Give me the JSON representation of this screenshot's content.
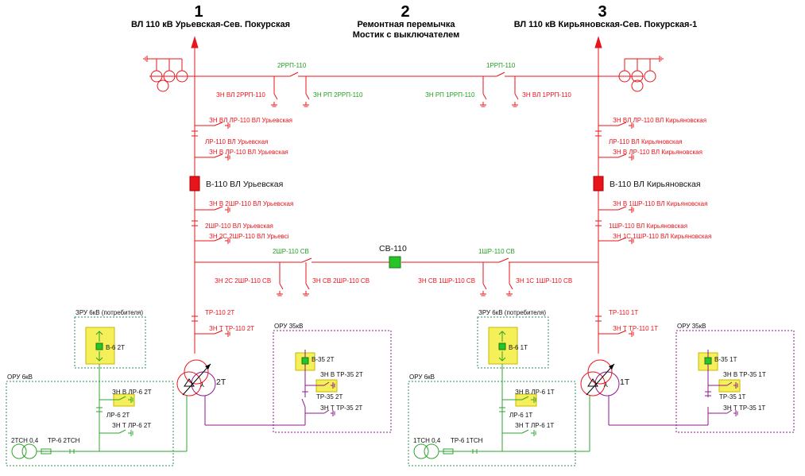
{
  "headers": {
    "h1": {
      "num": "1",
      "title": "ВЛ 110 кВ Урьевская-Сев. Покурская"
    },
    "h2": {
      "num": "2",
      "title1": "Ремонтная перемычка",
      "title2": "Мостик с выключателем"
    },
    "h3": {
      "num": "3",
      "title": "ВЛ 110 кВ Кирьяновская-Сев. Покурская-1"
    }
  },
  "labels": {
    "rp2": "2РРП-110",
    "rp1": "1РРП-110",
    "zn_vl_2rp": "ЗН ВЛ 2РРП-110",
    "zn_rp_2rp": "ЗН РП 2РРП-110",
    "zn_rp_1rp": "ЗН РП 1РРП-110",
    "zn_vl_1rp": "ЗН ВЛ 1РРП-110",
    "l_zn_vl_lr": "ЗН ВЛ ЛР-110 ВЛ Урьевская",
    "l_lr": "ЛР-110 ВЛ Урьевская",
    "l_zn_v_lr": "ЗН В ЛР-110 ВЛ Урьевская",
    "l_breaker": "В-110 ВЛ Урьевская",
    "l_zn_v_2shr": "ЗН В 2ШР-110 ВЛ Урьевская",
    "l_2shr": "2ШР-110 ВЛ Урьевская",
    "l_zn_2s": "ЗН 2С 2ШР-110 ВЛ Урьевсі",
    "r_zn_vl_lr": "ЗН ВЛ ЛР-110 ВЛ Кирьяновская",
    "r_lr": "ЛР-110 ВЛ Кирьяновская",
    "r_zn_v_lr": "ЗН В ЛР-110 ВЛ Кирьяновская",
    "r_breaker": "В-110 ВЛ Кирьяновская",
    "r_zn_v_1shr": "ЗН В 1ШР-110 ВЛ Кирьяновская",
    "r_1shr": "1ШР-110 ВЛ Кирьяновская",
    "r_zn_1s": "ЗН 1С 1ШР-110 ВЛ Кирьяновская",
    "sv": "СВ-110",
    "sv_2shr": "2ШР-110 СВ",
    "sv_1shr": "1ШР-110 СВ",
    "zn_2s_sv": "ЗН 2С 2ШР-110 СВ",
    "zn_sv_2shr": "ЗН СВ 2ШР-110 СВ",
    "zn_sv_1shr": "ЗН СВ 1ШР-110 СВ",
    "zn_1s_sv": "ЗН 1С 1ШР-110 СВ",
    "tr2": "ТР-110 2Т",
    "zn_tr2": "ЗН Т ТР-110 2Т",
    "tr1": "ТР-110 1Т",
    "zn_tr1": "ЗН Т ТР-110 1Т",
    "t2": "2Т",
    "t1": "1Т",
    "zru_l": "ЗРУ 6кВ (потребителя)",
    "zru_r": "ЗРУ 6кВ (потребителя)",
    "b6_2": "В-6 2Т",
    "b6_1": "В-6 1Т",
    "oru6_l": "ОРУ 6кВ",
    "oru6_r": "ОРУ 6кВ",
    "oru35_l": "ОРУ 35кВ",
    "oru35_r": "ОРУ 35кВ",
    "zn_v_lr6_2": "ЗН В ЛР-6 2Т",
    "lr6_2": "ЛР-6 2Т",
    "zn_t_lr6_2": "ЗН Т ЛР-6 2Т",
    "zn_v_lr6_1": "ЗН В ЛР-6 1Т",
    "lr6_1": "ЛР-6 1Т",
    "zn_t_lr6_1": "ЗН Т ЛР-6 1Т",
    "b35_2": "В-35 2Т",
    "b35_1": "В-35 1Т",
    "zn_v_tr35_2": "ЗН В ТР-35 2Т",
    "tr35_2": "ТР-35 2Т",
    "zn_t_tr35_2": "ЗН Т ТР-35 2Т",
    "zn_v_tr35_1": "ЗН В ТР-35 1Т",
    "tr35_1": "ТР-35 1Т",
    "zn_t_tr35_1": "ЗН Т ТР-35 1Т",
    "tsn2": "2ТСН 0,4",
    "tsn1": "1ТСН 0,4",
    "tr6_2tsn": "ТР-6 2ТСН",
    "tr6_1tsn": "ТР-6 1ТСН"
  },
  "colors": {
    "hv": "#e8141a",
    "mv": "#2fa32f",
    "v35": "#8b1a8b",
    "breaker_open": "#e8141a",
    "breaker_closed": "#27c427",
    "cell_bg": "#f5ef5a"
  }
}
